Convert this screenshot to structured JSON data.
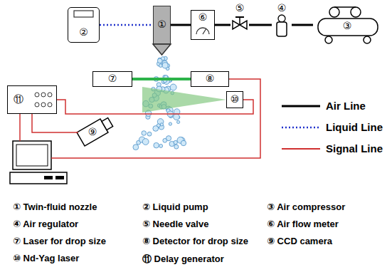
{
  "diagram": {
    "nodes": [
      {
        "text": [
          "①"
        ]
      },
      {
        "text": [
          "②"
        ]
      },
      {
        "text": [
          "③"
        ]
      },
      {
        "text": [
          "④"
        ]
      },
      {
        "text": [
          "⑤"
        ]
      },
      {
        "text": [
          "⑥"
        ]
      },
      {
        "text": [
          "⑦"
        ]
      },
      {
        "text": [
          "⑧"
        ]
      },
      {
        "text": [
          "⑨"
        ]
      },
      {
        "text": [
          "⑩"
        ]
      },
      {
        "text": [
          "⑪"
        ]
      }
    ],
    "edges": [
      {
        "from": 1,
        "to": 0,
        "arrow": "none"
      },
      {
        "from": 0,
        "to": 5,
        "arrow": "none"
      },
      {
        "from": 5,
        "to": 4,
        "arrow": "none"
      },
      {
        "from": 4,
        "to": 3,
        "arrow": "none"
      },
      {
        "from": 3,
        "to": 2,
        "arrow": "none"
      },
      {
        "from": 10,
        "to": 8,
        "arrow": "none"
      },
      {
        "from": 10,
        "to": 9,
        "arrow": "none"
      }
    ],
    "labels": [
      "① Twin-fluid nozzle",
      "② Liquid pump",
      "③ Air compressor",
      "④ Air regulator",
      "⑤ Needle valve",
      "⑥ Air flow meter",
      "⑦ Laser for drop size",
      "⑧ Detector for drop size",
      "⑨ CCD camera",
      "⑩ Nd-Yag laser",
      "⑪ Delay generator"
    ],
    "legend": [
      {
        "text": "Air Line"
      },
      {
        "text": "Liquid Line"
      },
      {
        "text": "Signal Line"
      }
    ]
  }
}
